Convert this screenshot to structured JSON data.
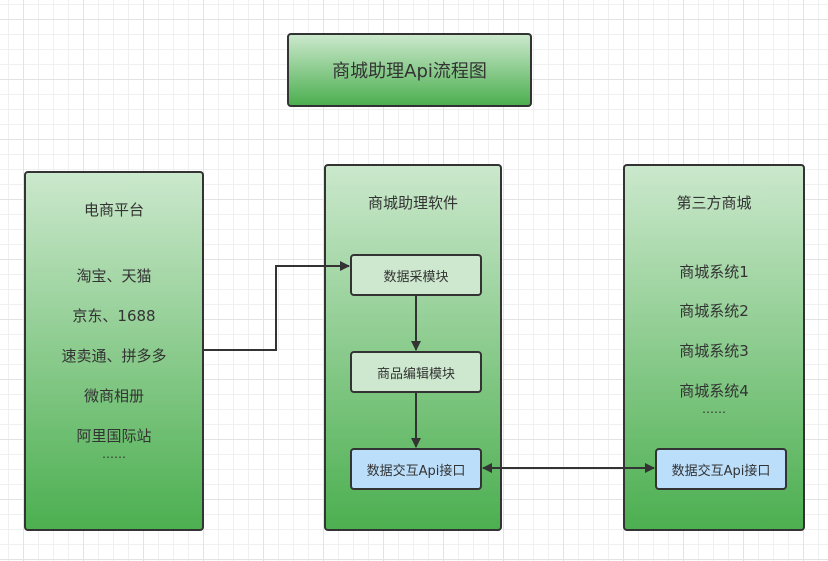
{
  "diagram_title": "商城助理Api流程图",
  "ecommerce_platform": {
    "title": "电商平台",
    "items": [
      "淘宝、天猫",
      "京东、1688",
      "速卖通、拼多多",
      "微商相册",
      "阿里国际站",
      "……"
    ]
  },
  "assistant_software": {
    "title": "商城助理软件",
    "modules": [
      "数据采模块",
      "商品编辑模块",
      "数据交互Api接口"
    ]
  },
  "third_party_mall": {
    "title": "第三方商城",
    "items": [
      "商城系统1",
      "商城系统2",
      "商城系统3",
      "商城系统4",
      "……"
    ],
    "api_box": "数据交互Api接口"
  },
  "colors": {
    "container_gradient_top": "#cbe8cc",
    "container_gradient_bottom": "#4caf50",
    "module_fill": "#cde8cf",
    "api_fill": "#bbdefb",
    "stroke": "#333333"
  }
}
